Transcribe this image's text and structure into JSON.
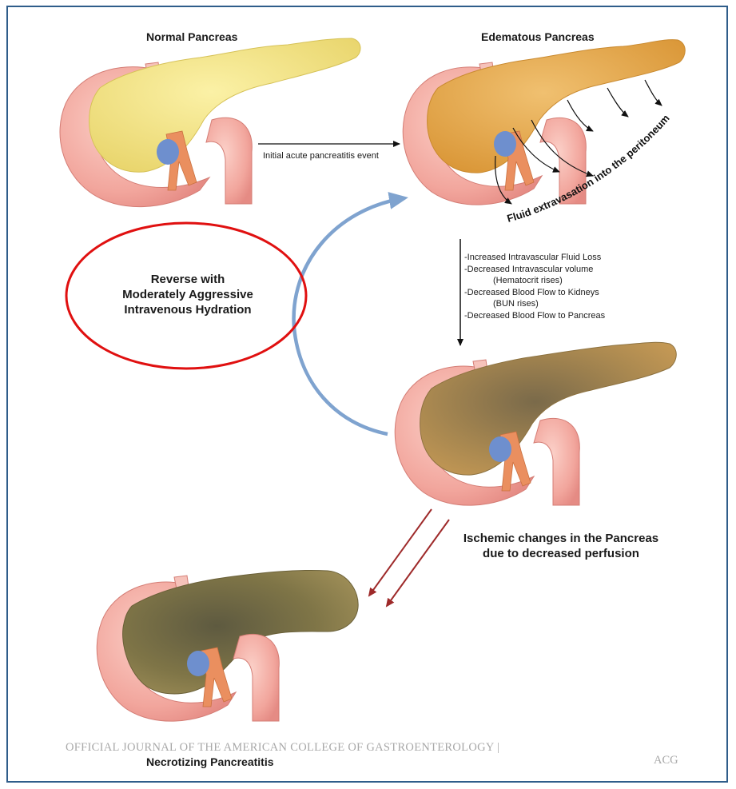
{
  "stages": {
    "normal_title": "Normal Pancreas",
    "edematous_title": "Edematous Pancreas",
    "necrotizing_title": "Necrotizing Pancreatitis"
  },
  "arrow_labels": {
    "initial_event": "Initial acute pancreatitis event",
    "fluid_extravasation": "Fluid extravasation into the peritoneum"
  },
  "consequences": [
    "-Increased Intravascular Fluid Loss",
    "-Decreased Intravascular volume",
    "(Hematocrit rises)",
    "-Decreased Blood Flow to Kidneys",
    "(BUN rises)",
    "-Decreased Blood Flow to Pancreas"
  ],
  "reverse_text": {
    "line1": "Reverse with",
    "line2": "Moderately Aggressive",
    "line3": "Intravenous Hydration"
  },
  "ischemic_text": {
    "line1": "Ischemic changes in the Pancreas",
    "line2": "due to decreased perfusion"
  },
  "watermark": {
    "line1": "OFFICIAL JOURNAL OF THE AMERICAN COLLEGE OF GASTROENTEROLOGY |",
    "line2": "ACG"
  },
  "colors": {
    "frame": "#2f5d8a",
    "highlight_ellipse": "#e01010",
    "reverse_arrow": "#7fa3cf",
    "necrosis_arrows": "#9e2a2a",
    "duodenum": "#f0a29a",
    "normal_pancreas": "#f3e27a",
    "edematous_pancreas": "#e4a347",
    "ischemic_pancreas": "#a9864c",
    "necrotic_pancreas": "#8f7d4c",
    "vessel": "#e9895a",
    "vein": "#6e8fce"
  }
}
